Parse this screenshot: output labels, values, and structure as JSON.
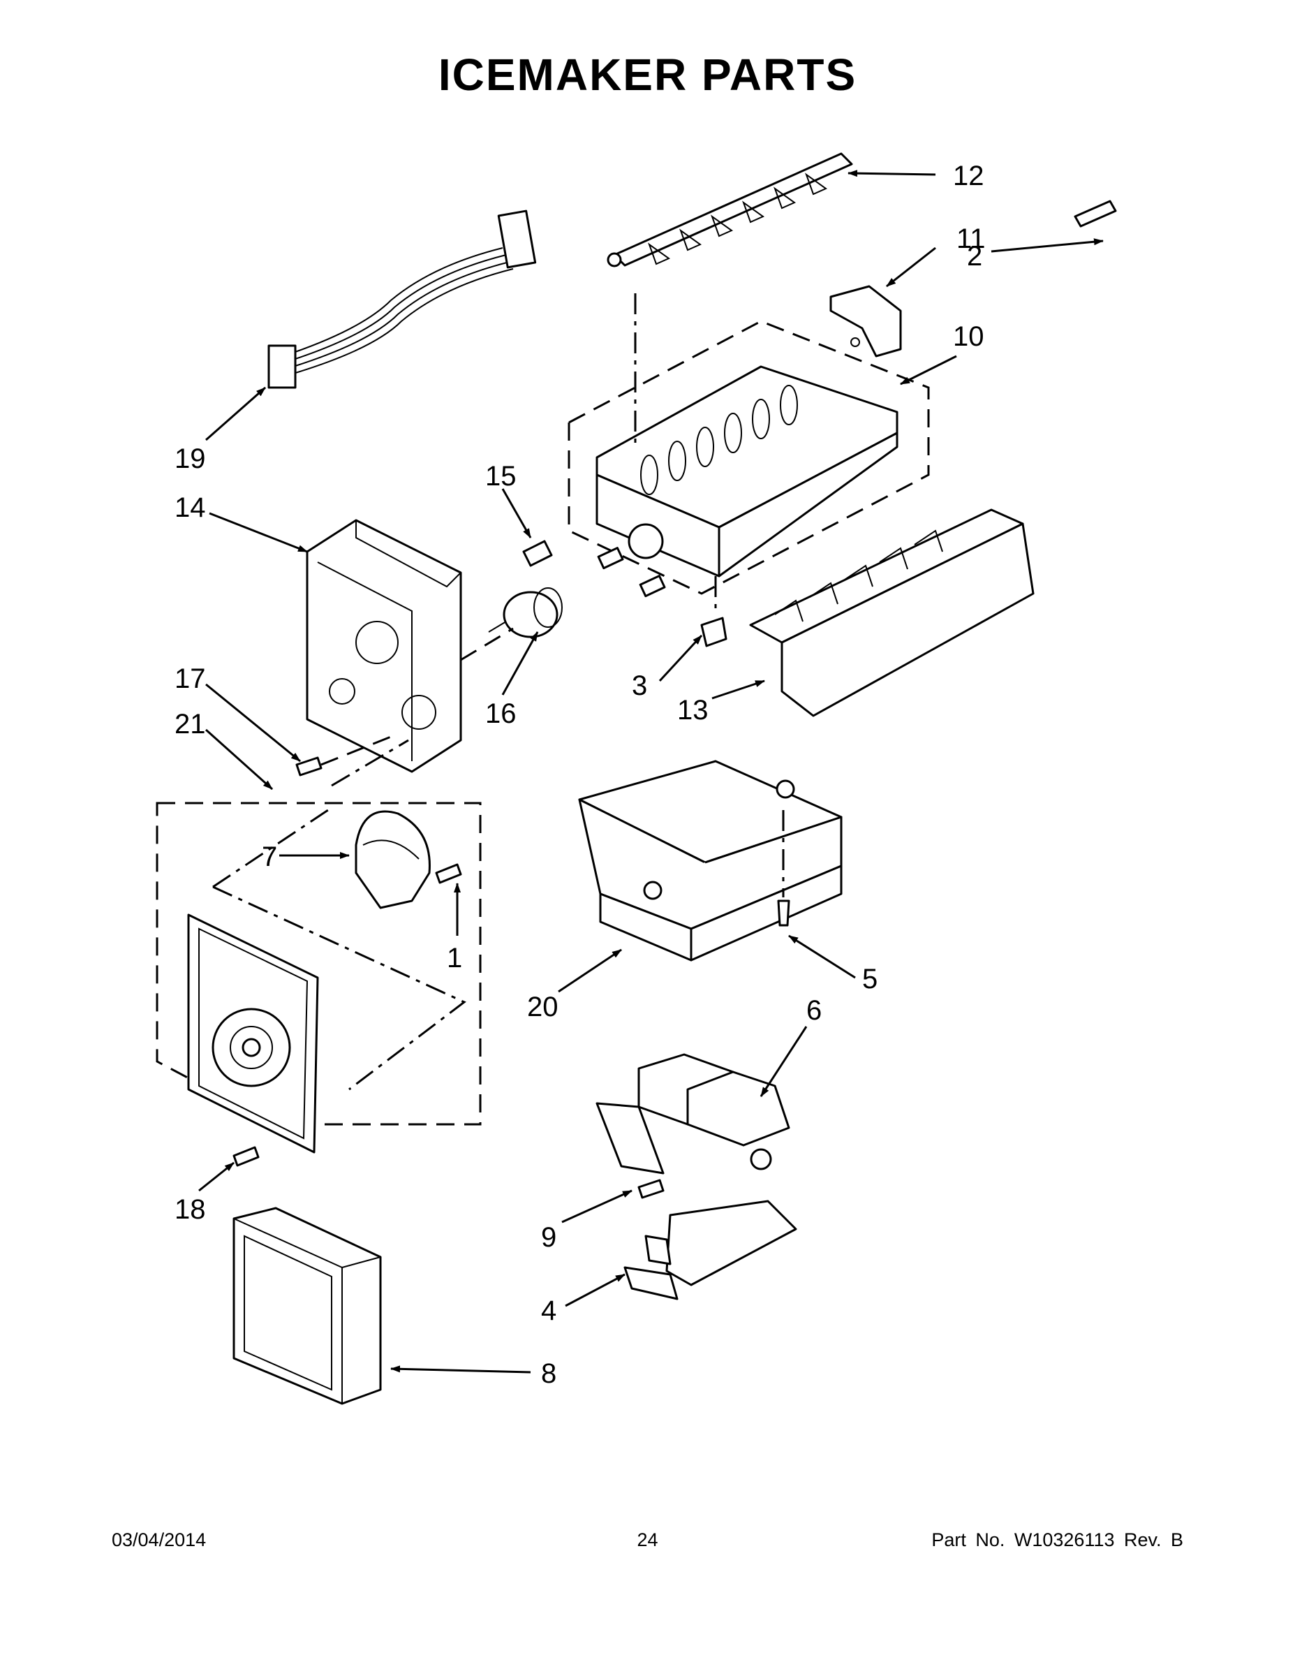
{
  "title": "ICEMAKER PARTS",
  "callouts": {
    "c1": "1",
    "c2": "2",
    "c3": "3",
    "c4": "4",
    "c5": "5",
    "c6": "6",
    "c7": "7",
    "c8": "8",
    "c9": "9",
    "c10": "10",
    "c11": "11",
    "c12": "12",
    "c13": "13",
    "c14": "14",
    "c15": "15",
    "c16": "16",
    "c17": "17",
    "c18": "18",
    "c19": "19",
    "c20": "20",
    "c21": "21"
  },
  "footer": {
    "date": "03/04/2014",
    "page": "24",
    "part": "Part No.  W10326113  Rev.  B"
  }
}
